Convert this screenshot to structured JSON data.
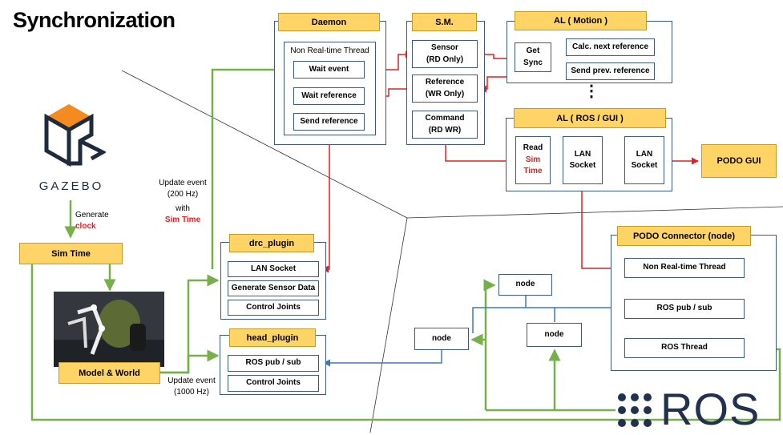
{
  "page_title": "Synchronization",
  "gazebo": {
    "logo_text": "GAZEBO"
  },
  "daemon": {
    "title": "Daemon",
    "thread": "Non Real-time Thread",
    "wait_event": "Wait event",
    "wait_reference": "Wait reference",
    "send_reference": "Send reference"
  },
  "sm": {
    "title": "S.M.",
    "sensor": "Sensor\n(RD Only)",
    "reference": "Reference\n(WR Only)",
    "command": "Command\n(RD WR)"
  },
  "al_motion": {
    "title": "AL ( Motion )",
    "get_sync": "Get\nSync",
    "calc_next": "Calc. next reference",
    "send_prev": "Send prev. reference"
  },
  "ellipsis": "⋮",
  "al_ros_gui": {
    "title": "AL ( ROS / GUI )",
    "read_prefix": "Read",
    "read_highlight": "Sim\nTime",
    "lan_socket_1": "LAN\nSocket",
    "lan_socket_2": "LAN\nSocket"
  },
  "podo_gui": "PODO GUI",
  "sim_time": "Sim Time",
  "model_world": "Model & World",
  "generate_clock": {
    "line1": "Generate",
    "highlight": "clock"
  },
  "update_event_200": {
    "line1": "Update event",
    "line2": "(200 Hz)",
    "line3": "with",
    "highlight": "Sim Time"
  },
  "update_event_1000": {
    "line1": "Update event",
    "line2": "(1000 Hz)"
  },
  "drc_plugin": {
    "title": "drc_plugin",
    "lan_socket": "LAN Socket",
    "generate_sensor": "Generate Sensor Data",
    "control_joints": "Control Joints"
  },
  "head_plugin": {
    "title": "head_plugin",
    "ros_pub_sub": "ROS pub / sub",
    "control_joints": "Control Joints"
  },
  "nodes": {
    "node_top": "node",
    "node_left": "node",
    "node_mid": "node"
  },
  "podo_connector": {
    "title": "PODO Connector (node)",
    "thread": "Non Real-time Thread",
    "ros_pub_sub": "ROS pub / sub",
    "ros_thread": "ROS Thread"
  },
  "ros_logo": {
    "text": "ROS"
  },
  "colors": {
    "title_fill": "#ffd466",
    "red_arrow": "#e02020",
    "green_arrow": "#76b04a",
    "blue_arrow": "#3b78b8",
    "highlight_text": "#e02020",
    "gazebo_orange": "#f38b1f",
    "ros_text": "#22314e"
  }
}
